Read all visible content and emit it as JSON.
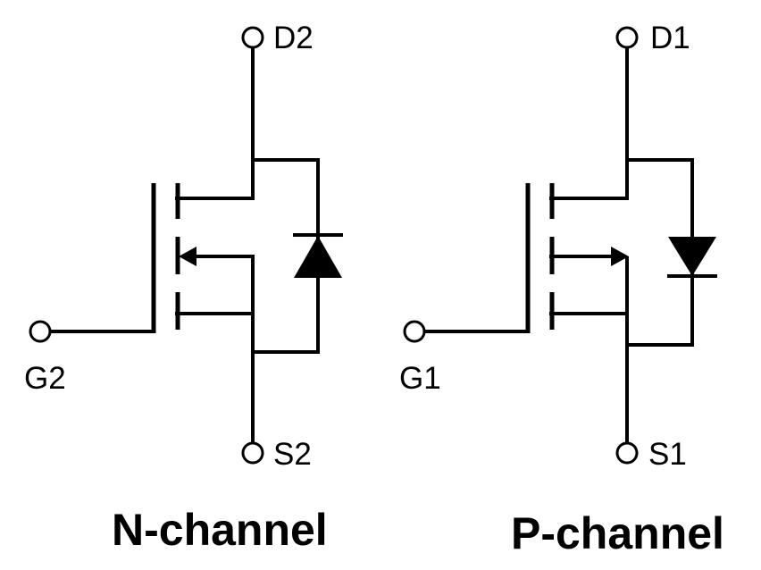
{
  "colors": {
    "ink": "#000000",
    "background": "#ffffff"
  },
  "n_channel": {
    "caption": "N-channel",
    "drain_label": "D2",
    "gate_label": "G2",
    "source_label": "S2"
  },
  "p_channel": {
    "caption": "P-channel",
    "drain_label": "D1",
    "gate_label": "G1",
    "source_label": "S1"
  }
}
